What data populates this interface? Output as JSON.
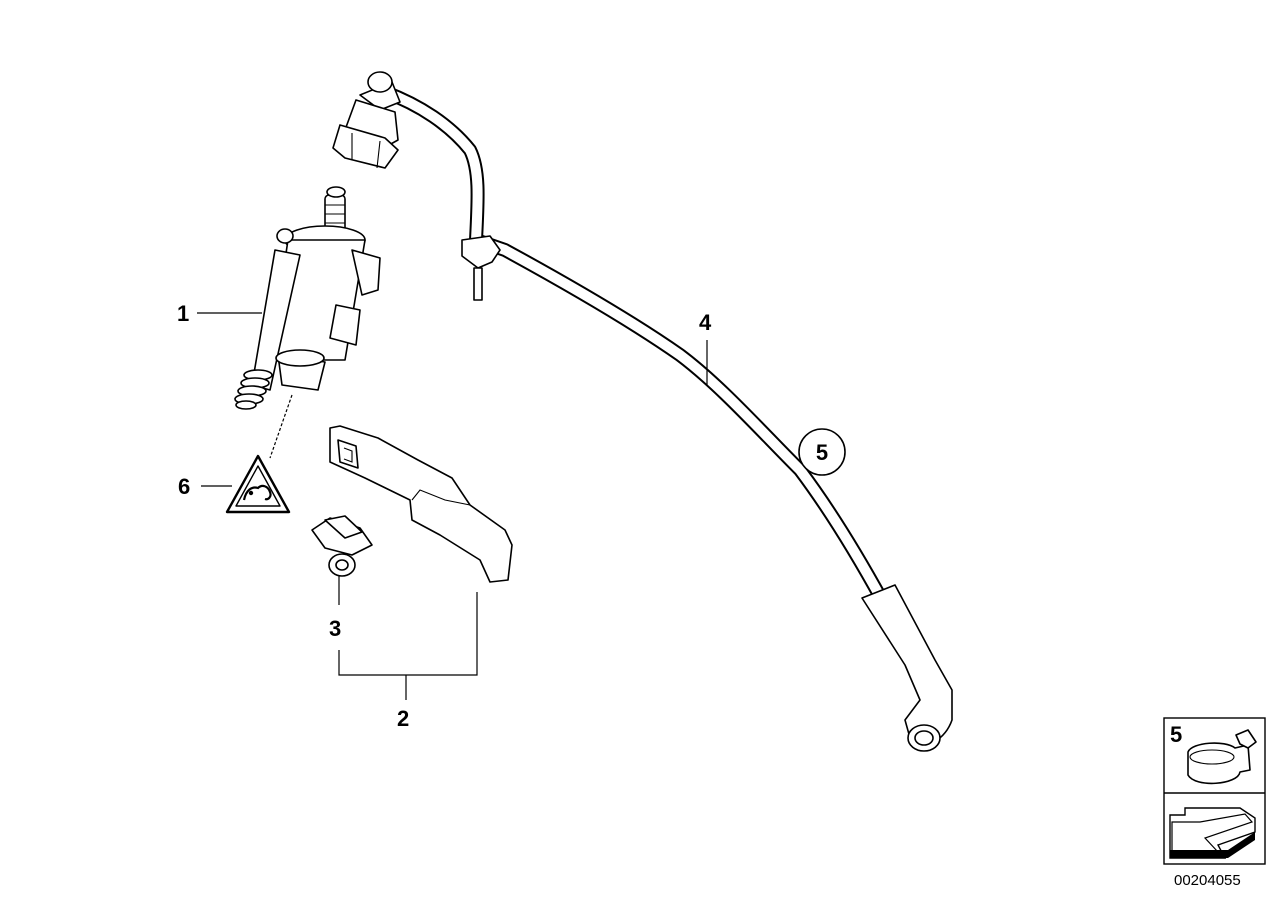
{
  "labels": {
    "part_1": "1",
    "part_2": "2",
    "part_3": "3",
    "part_4": "4",
    "part_5_circled": "5",
    "part_6": "6",
    "inset_5": "5"
  },
  "diagram_code": "00204055"
}
